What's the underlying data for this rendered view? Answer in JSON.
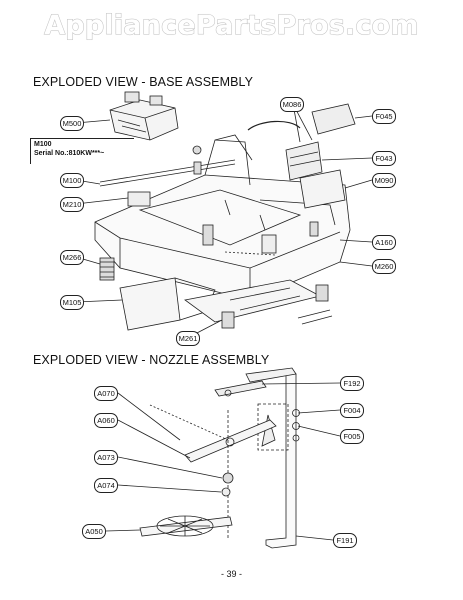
{
  "watermark": "AppliancePartsPros.com",
  "sections": {
    "base": {
      "title": "EXPLODED VIEW - BASE ASSEMBLY",
      "serial_note": {
        "line1": "M100",
        "line2": "Serial No.:810KW***~"
      },
      "callouts": [
        "M500",
        "M100",
        "M210",
        "M266",
        "M105",
        "M261",
        "M086",
        "F045",
        "F043",
        "M090",
        "A160",
        "M260"
      ]
    },
    "nozzle": {
      "title": "EXPLODED VIEW - NOZZLE ASSEMBLY",
      "callouts": [
        "A070",
        "A060",
        "A073",
        "A074",
        "A050",
        "F192",
        "F004",
        "F005",
        "F191"
      ]
    }
  },
  "page_number": "- 39 -"
}
